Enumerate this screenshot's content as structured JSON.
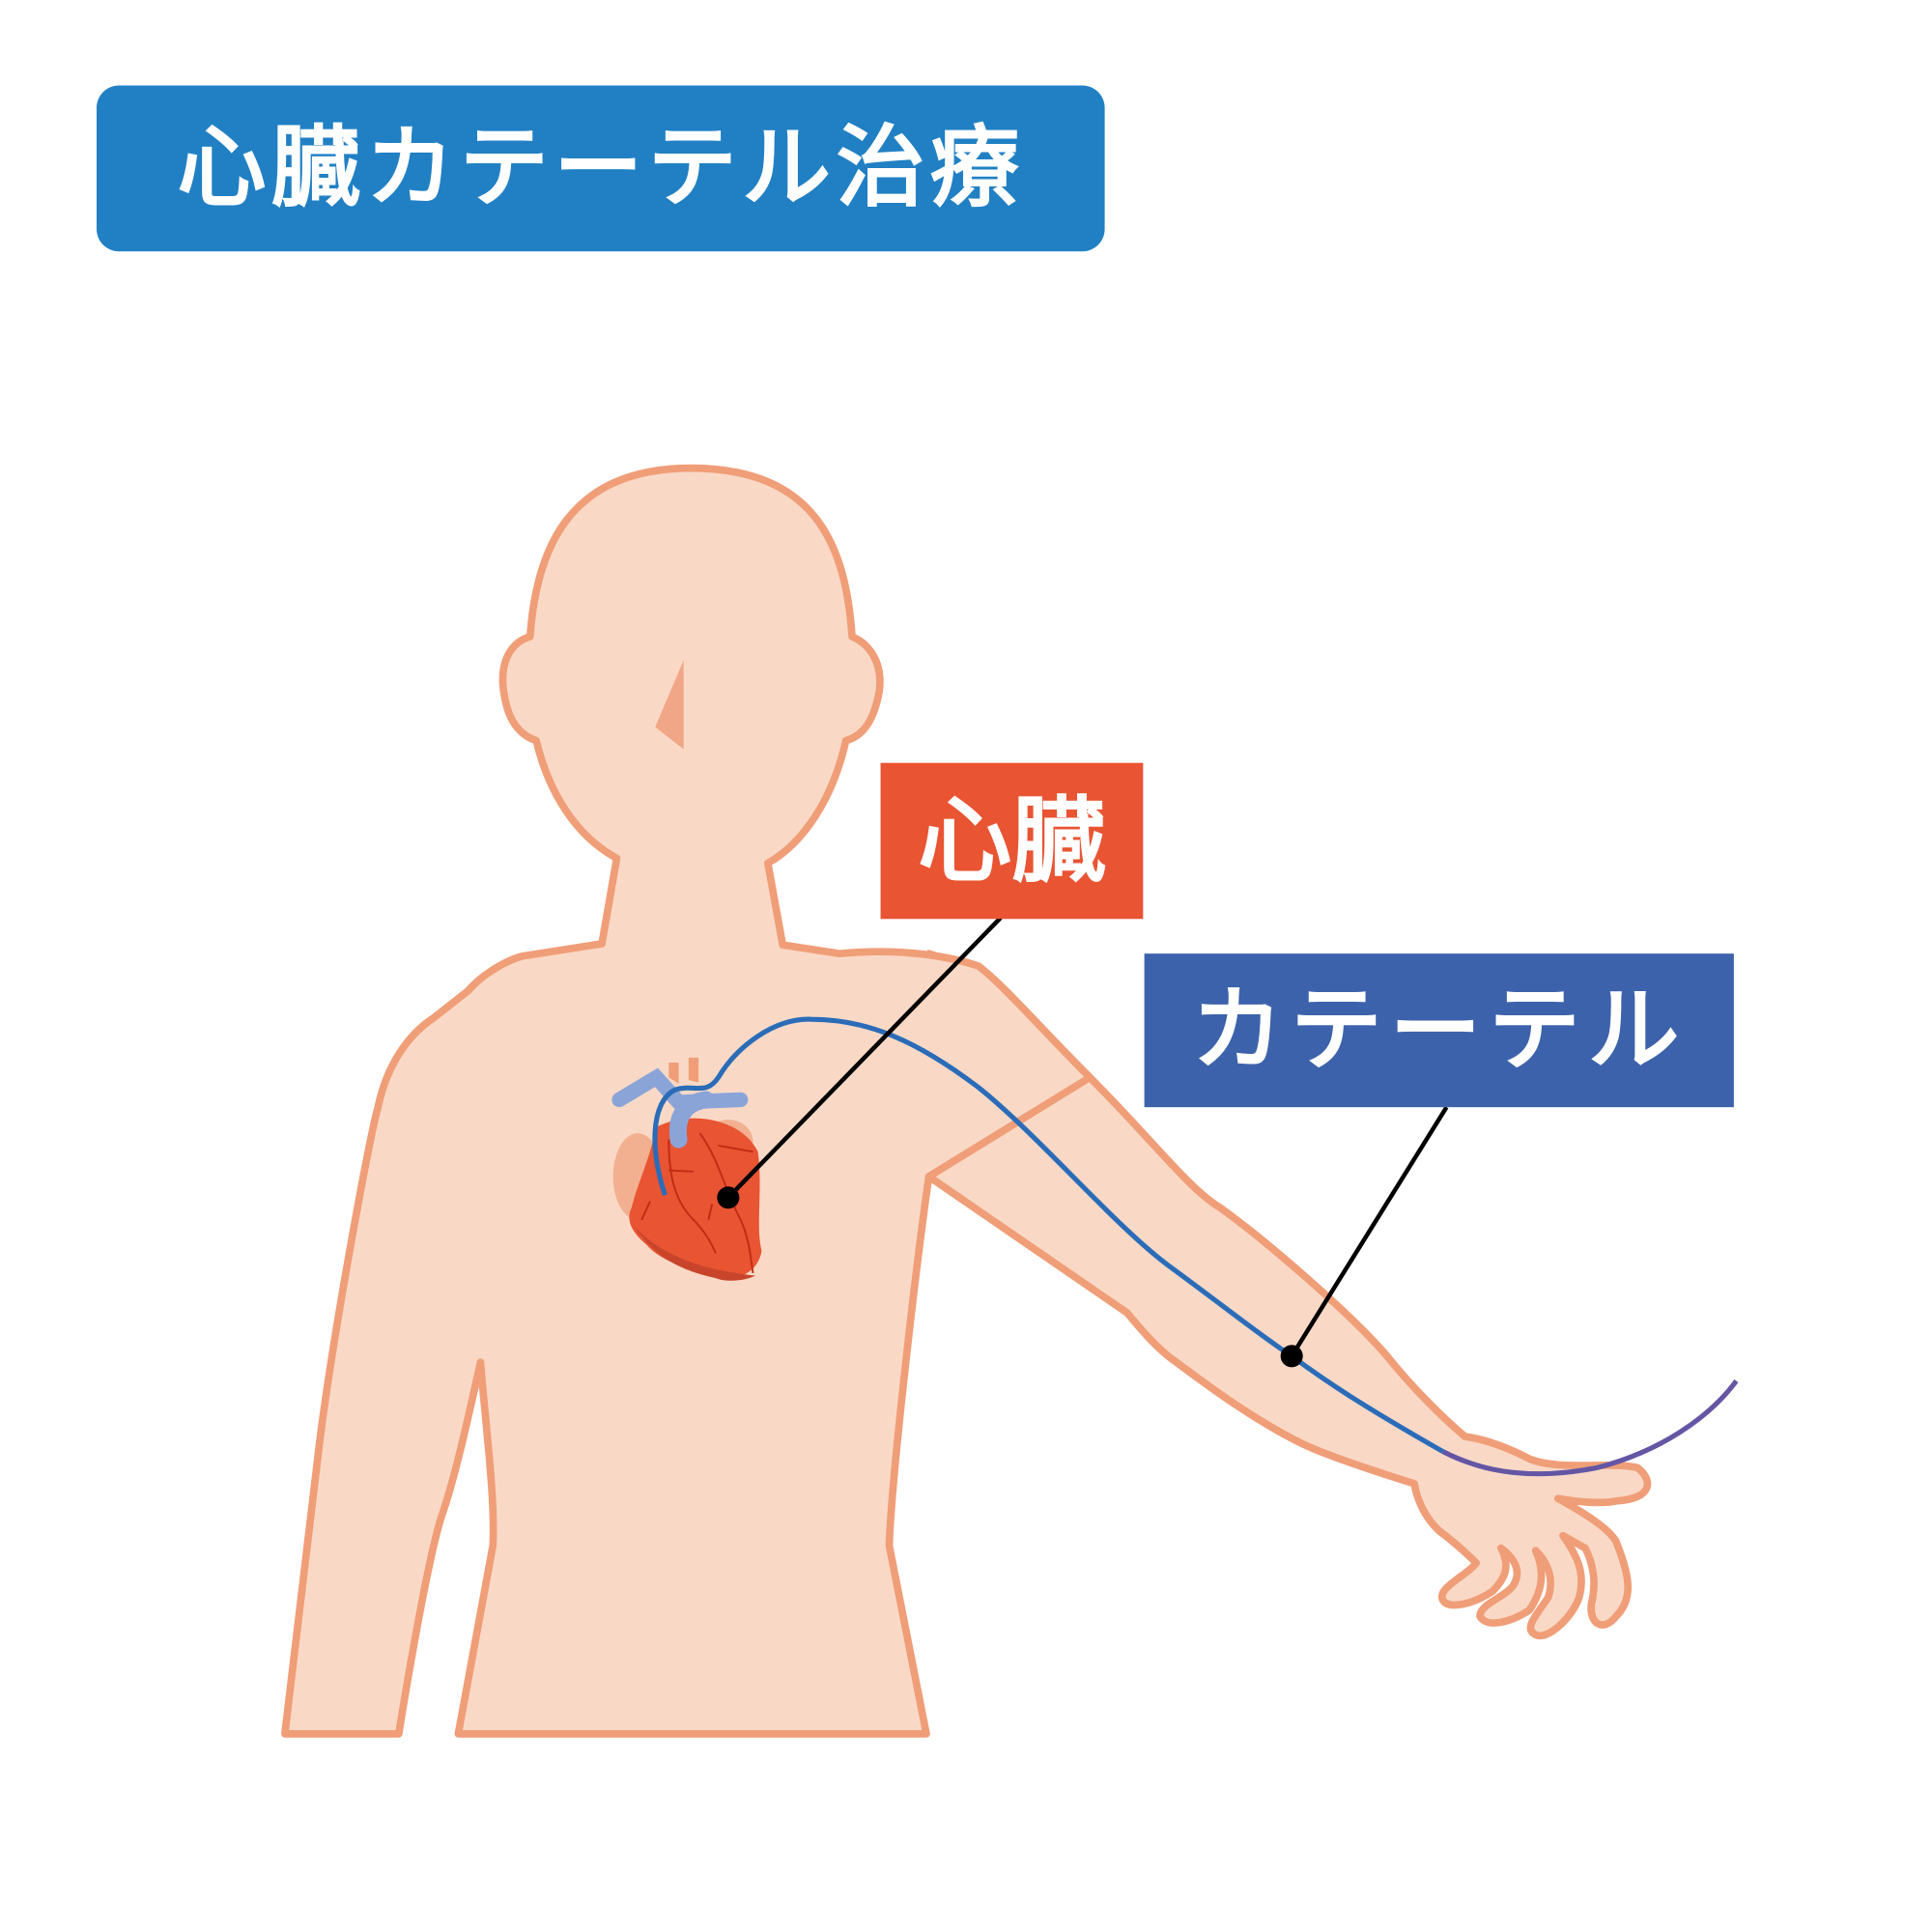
{
  "title": "心臓カテーテル治療",
  "labels": {
    "heart": "心臓",
    "catheter": "カテーテル"
  },
  "colors": {
    "title_bg": "#2180c4",
    "heart_label_bg": "#e95433",
    "catheter_label_bg": "#3c62ab",
    "skin": "#f9d9c6",
    "skin_outline": "#f09e78",
    "catheter": "#2b6cb8",
    "heart": "#e95433"
  }
}
